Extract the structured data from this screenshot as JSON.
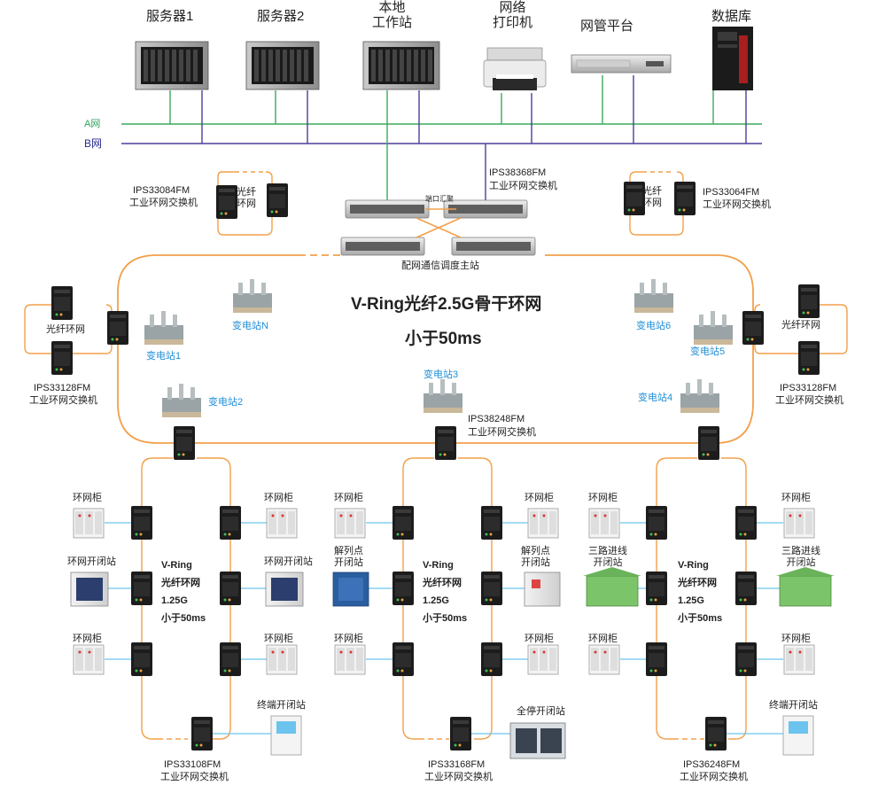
{
  "networks": {
    "a_label": "A网",
    "b_label": "B网"
  },
  "top_devices": [
    {
      "name": "服务器1",
      "icon": "server-icon"
    },
    {
      "name": "服务器2",
      "icon": "server-icon"
    },
    {
      "name": "本地\n工作站",
      "icon": "server-icon"
    },
    {
      "name": "网络\n打印机",
      "icon": "printer-icon"
    },
    {
      "name": "网管平台",
      "icon": "rack-server-icon"
    },
    {
      "name": "数据库",
      "icon": "tower-server-icon"
    }
  ],
  "core": {
    "switch_model": "IPS38368FM",
    "switch_desc": "工业环网交换机",
    "port_label": "端口汇聚",
    "station_label": "配网通信调度主站"
  },
  "backbone": {
    "title": "V-Ring光纤2.5G骨干环网",
    "subtitle": "小于50ms"
  },
  "fiber_rings": [
    {
      "label": "光纤\n环网",
      "model": "IPS33084FM",
      "desc": "工业环网交换机"
    },
    {
      "label": "光纤\n环网",
      "model": "IPS33064FM",
      "desc": "工业环网交换机"
    },
    {
      "label": "光纤环网",
      "model": "IPS33128FM",
      "desc": "工业环网交换机"
    },
    {
      "label": "光纤环网",
      "model": "IPS33128FM",
      "desc": "工业环网交换机"
    }
  ],
  "substations": {
    "s1": "变电站1",
    "s2": "变电站2",
    "s3": "变电站3",
    "s4": "变电站4",
    "s5": "变电站5",
    "s6": "变电站6",
    "sn": "变电站N"
  },
  "ring_switch": {
    "model": "IPS38248FM",
    "desc": "工业环网交换机"
  },
  "subrings": [
    {
      "ring_text": [
        "V-Ring",
        "光纤环网",
        "1.25G",
        "小于50ms"
      ],
      "left_labels": [
        "环网柜",
        "环网开闭站",
        "环网柜"
      ],
      "right_labels": [
        "环网柜",
        "环网开闭站",
        "环网柜"
      ],
      "bottom_site": "终端开闭站",
      "model": "IPS33108FM",
      "desc": "工业环网交换机"
    },
    {
      "ring_text": [
        "V-Ring",
        "光纤环网",
        "1.25G",
        "小于50ms"
      ],
      "left_labels": [
        "环网柜",
        "解列点\n开闭站",
        "环网柜"
      ],
      "right_labels": [
        "环网柜",
        "解列点\n开闭站",
        "环网柜"
      ],
      "bottom_site": "全停开闭站",
      "model": "IPS33168FM",
      "desc": "工业环网交换机"
    },
    {
      "ring_text": [
        "V-Ring",
        "光纤环网",
        "1.25G",
        "小于50ms"
      ],
      "left_labels": [
        "环网柜",
        "三路进线\n开闭站",
        "环网柜"
      ],
      "right_labels": [
        "环网柜",
        "三路进线\n开闭站",
        "环网柜"
      ],
      "bottom_site": "终端开闭站",
      "model": "IPS36248FM",
      "desc": "工业环网交换机"
    }
  ],
  "colors": {
    "a_net": "#3aaa5c",
    "b_net": "#4b3f9a",
    "orange": "#f2a04a",
    "fiber_blue": "#6cc4ee",
    "switch": "#1d1d1d",
    "label_blue": "#1f8ed6"
  }
}
